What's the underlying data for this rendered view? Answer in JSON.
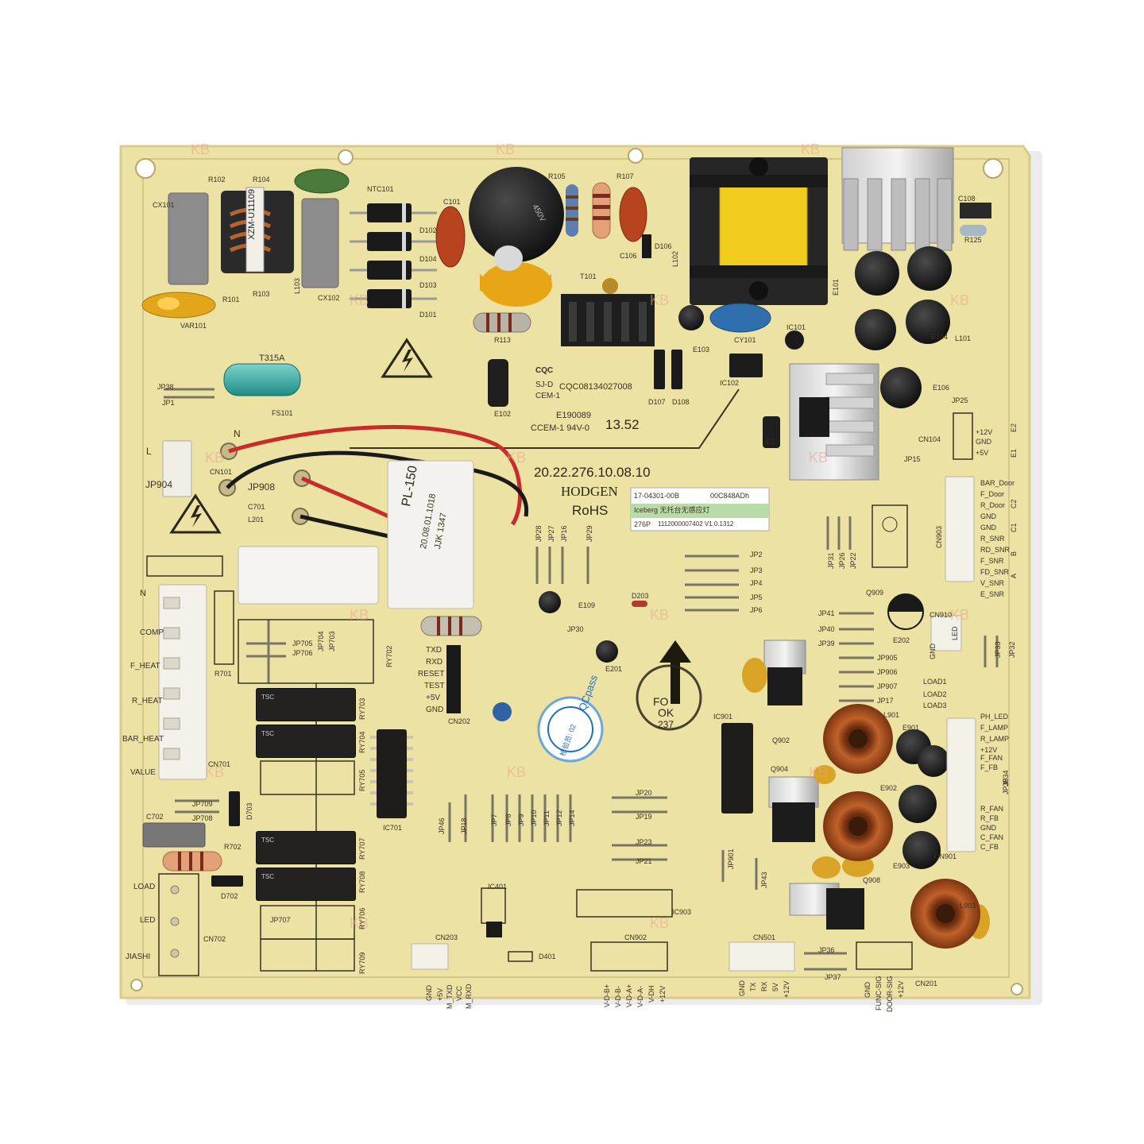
{
  "colors": {
    "background": "#ffffff",
    "board": "#ece2a4",
    "board_edge": "#d9cc8a",
    "trace": "#3a3322",
    "watermark": "#e8a58f"
  },
  "board": {
    "part_number": "20.22.276.10.08.10",
    "brand": "HODGEN",
    "rohs": "RoHS",
    "ul_mark": "E190089",
    "cert_line_1": "CQC08134027008",
    "cert_sj": "SJ-D",
    "cert_cem": "CEM-1",
    "flammability": "CCEM-1 94V-0",
    "date_code": "13.52",
    "cqc_logo": "CQC",
    "watermark": "KB"
  },
  "sticker": {
    "line1_left": "17-04301-00B",
    "line1_right": "00C848ADh",
    "line2": "Iceberg 无托台无感应灯",
    "line3_left": "276P",
    "line3_right": "1112000007402  V1.0.1312"
  },
  "qc_sticker": {
    "text": "QCpass",
    "inspector": "检验员: 02"
  },
  "stamp": {
    "line1": "FO",
    "line2": "OK",
    "line3": "237"
  },
  "components": {
    "filter_coil": "XZM-U11109",
    "pm_resistor": "PL-150",
    "pm_code_1": "20.08.01.1018",
    "pm_code_2": "JJK 1347",
    "fuse": "T315A",
    "cap_label": "TSC",
    "cap_label_2": "450V"
  },
  "silkscreen": {
    "top_row": [
      "R102",
      "R104",
      "NTC101",
      "C101",
      "R105",
      "R107",
      "C108",
      "R125"
    ],
    "power_left": [
      "CX101",
      "R101",
      "R103",
      "L103",
      "CX102",
      "VAR101",
      "D102",
      "D104",
      "D103",
      "D101",
      "D106",
      "C106",
      "L102",
      "T101",
      "R113",
      "E103",
      "CY101",
      "IC101",
      "IC102",
      "D107",
      "D108",
      "E102",
      "FS101",
      "JP38",
      "JP1",
      "E101",
      "L101",
      "E104",
      "E106",
      "E3",
      "JP15",
      "JP25",
      "CN104"
    ],
    "mains": [
      "L",
      "N",
      "CN101",
      "JP904",
      "JP908",
      "C701",
      "L201"
    ],
    "jumpers_mid": [
      "JP28",
      "JP27",
      "JP16",
      "JP29",
      "JP2",
      "JP3",
      "JP4",
      "JP5",
      "JP6",
      "E109",
      "D203",
      "JP30",
      "E201",
      "CN202"
    ],
    "uart": [
      "TXD",
      "RXD",
      "RESET",
      "TEST",
      "+5V",
      "GND"
    ],
    "left_header": [
      "N",
      "COMP",
      "F_HEAT",
      "R_HEAT",
      "BAR_HEAT",
      "VALUE",
      "CN701"
    ],
    "relays_left": [
      "R701",
      "JP705",
      "JP706",
      "JP704",
      "JP703",
      "RY702",
      "RY703",
      "RY704",
      "RY705",
      "RY707",
      "RY708",
      "RY706",
      "RY709",
      "JP709",
      "JP708",
      "D703",
      "C702",
      "R702",
      "D702",
      "JP707"
    ],
    "left_bottom": [
      "LOAD",
      "LED",
      "JIASHI",
      "CN702"
    ],
    "mcu_area": [
      "IC701",
      "JP46",
      "JP18",
      "JP7",
      "JP8",
      "JP9",
      "JP10",
      "JP11",
      "JP12",
      "JP14",
      "JP20",
      "JP19",
      "JP23",
      "JP21",
      "JP901",
      "JP43",
      "IC401",
      "D401",
      "IC903",
      "CN203",
      "CN902",
      "CN501",
      "JP36",
      "JP37",
      "CN201"
    ],
    "bottom_cn203": [
      "GND",
      "+5V",
      "M_TXD",
      "VCC",
      "M_RXD"
    ],
    "bottom_cn902": [
      "V-D-B+",
      "V-D-B-",
      "V-D-A+",
      "V-D-A-",
      "V-DH",
      "+12V"
    ],
    "bottom_cn501": [
      "GND",
      "TX",
      "RX",
      "5V",
      "+12V"
    ],
    "bottom_cn201": [
      "GND",
      "FUNC-SIG",
      "DOOR-SIG",
      "+12V"
    ],
    "right_top": [
      "+12V",
      "GND",
      "+5V",
      "E2",
      "E1",
      "C2",
      "C1",
      "B",
      "A"
    ],
    "cn903": [
      "BAR_Door",
      "F_Door",
      "R_Door",
      "GND",
      "GND",
      "R_SNR",
      "RD_SNR",
      "F_SNR",
      "FD_SNR",
      "V_SNR",
      "E_SNR",
      "CN903"
    ],
    "right_mid": [
      "JP31",
      "JP26",
      "JP22",
      "Q909",
      "CN910",
      "LED",
      "GND",
      "E202",
      "JP41",
      "JP40",
      "JP39",
      "JP905",
      "JP906",
      "JP907",
      "JP17",
      "JP33",
      "JP32",
      "Q902",
      "IC901",
      "Q904",
      "L901",
      "E901",
      "E902",
      "Q908",
      "E903",
      "L903"
    ],
    "cn901": [
      "LOAD1",
      "LOAD2",
      "LOAD3",
      "PH_LED",
      "F_LAMP",
      "R_LAMP",
      "+12V",
      "F_FAN",
      "F_FB",
      "R_FAN",
      "R_FB",
      "GND",
      "C_FAN",
      "C_FB",
      "CN901",
      "JP34",
      "JP35"
    ]
  }
}
